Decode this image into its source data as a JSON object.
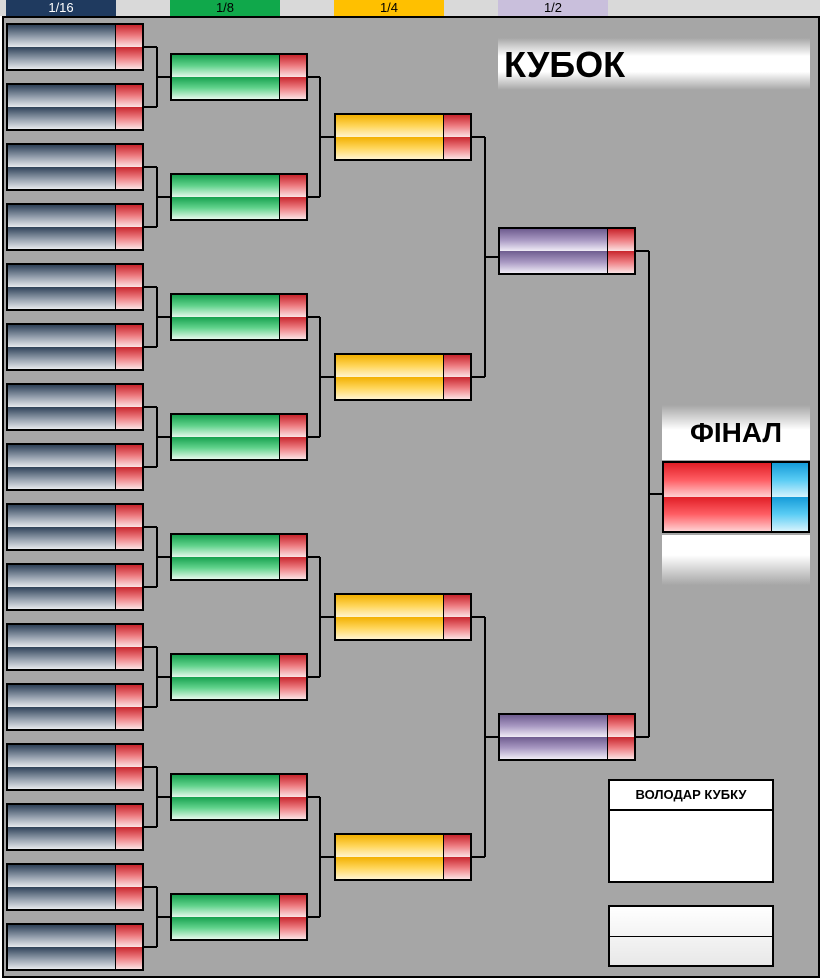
{
  "rounds": [
    {
      "label": "1/16",
      "color": "#1f3a5f",
      "text_color": "#ffffff"
    },
    {
      "label": "1/8",
      "color": "#10a84b",
      "text_color": "#000000"
    },
    {
      "label": "1/4",
      "color": "#ffc000",
      "text_color": "#000000"
    },
    {
      "label": "1/2",
      "color": "#c9bfdc",
      "text_color": "#000000"
    }
  ],
  "title": "КУБОК",
  "final_label": "ФІНАЛ",
  "winner_label": "ВОЛОДАР КУБКУ",
  "icons": {
    "connector": "bracket-line"
  }
}
